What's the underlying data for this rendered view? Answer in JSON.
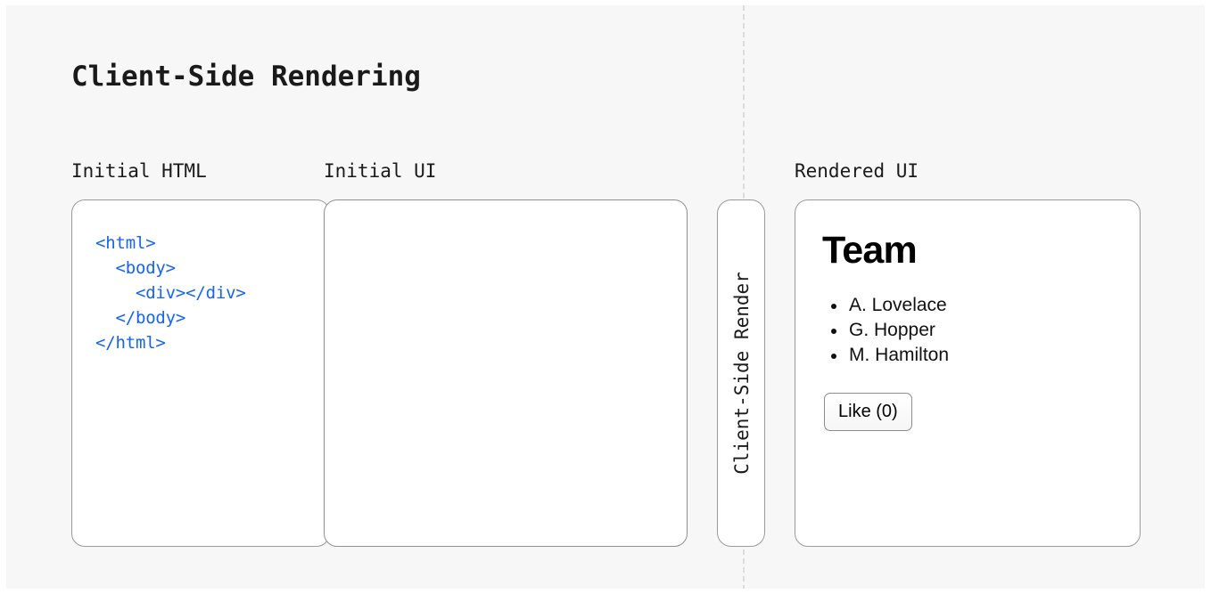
{
  "page": {
    "title": "Client-Side Rendering",
    "background_color": "#f7f7f7",
    "frame_color": "#ffffff",
    "divider_color": "#dcdcdc"
  },
  "columns": {
    "initial_html_caption": "Initial HTML",
    "initial_ui_caption": "Initial UI",
    "rendered_ui_caption": "Rendered UI"
  },
  "initial_html_panel": {
    "code": "<html>\n  <body>\n    <div></div>\n  </body>\n</html>",
    "code_color": "#1565f0"
  },
  "initial_ui_panel": {
    "content": ""
  },
  "render_step": {
    "label": "Client-Side Render"
  },
  "rendered_ui_panel": {
    "heading": "Team",
    "list_items": [
      "A. Lovelace",
      "G. Hopper",
      "M. Hamilton"
    ],
    "button_label": "Like (0)",
    "like_count": 0
  }
}
